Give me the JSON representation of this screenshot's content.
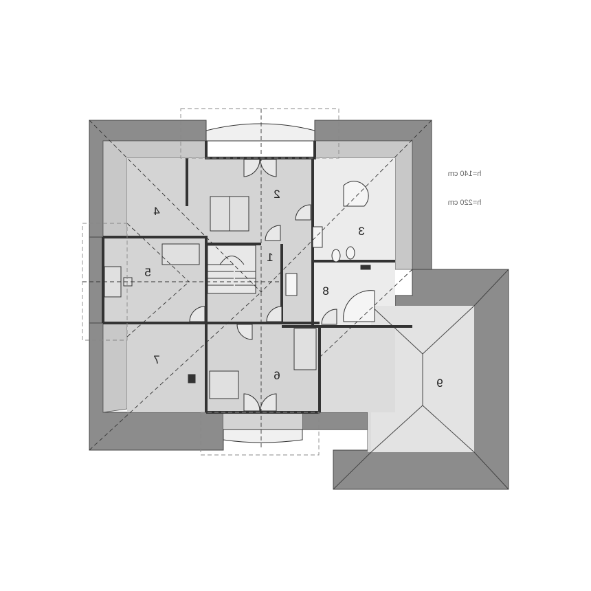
{
  "plan": {
    "mirrored": true,
    "height_notes": [
      "h=140 cm",
      "h=220 cm"
    ],
    "rooms": [
      {
        "number": "1"
      },
      {
        "number": "2"
      },
      {
        "number": "3"
      },
      {
        "number": "4"
      },
      {
        "number": "5"
      },
      {
        "number": "6"
      },
      {
        "number": "7"
      },
      {
        "number": "8"
      },
      {
        "number": "9"
      }
    ]
  },
  "colors": {
    "roof": "#8c8c8c",
    "floor": "#d4d4d4",
    "floor_light": "#e6e6e6",
    "wall": "#3a3a3a"
  }
}
